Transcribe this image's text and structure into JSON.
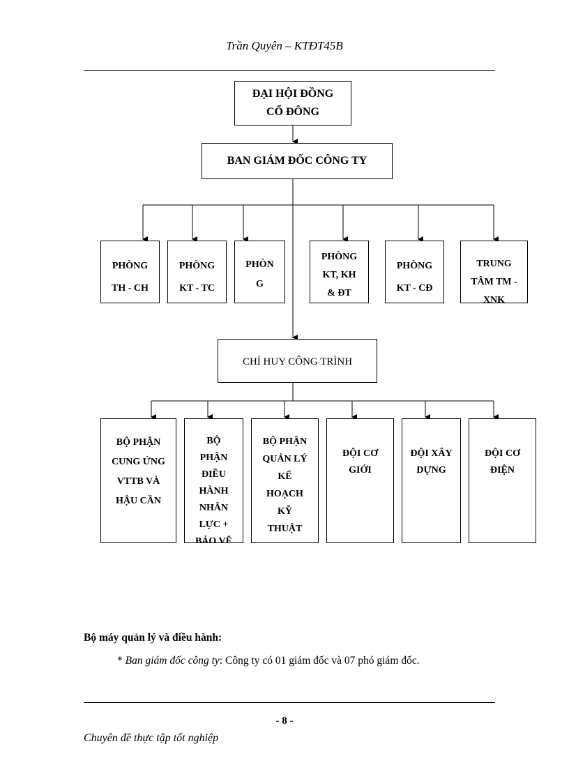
{
  "header": {
    "title": "Trần Quyên – KTĐT45B"
  },
  "org_chart": {
    "top": {
      "lines": [
        "ĐẠI  HỘI ĐỒNG",
        "CỔ ĐÔNG"
      ]
    },
    "board": {
      "lines": [
        "BAN GIÁM ĐỐC CÔNG TY"
      ]
    },
    "departments": [
      {
        "lines": [
          "PHÒNG",
          "TH - CH"
        ]
      },
      {
        "lines": [
          "PHÒNG",
          "KT - TC"
        ]
      },
      {
        "lines": [
          "PHÒN",
          "G"
        ]
      },
      {
        "lines": [
          "PHÒNG",
          "KT, KH",
          "& ĐT"
        ]
      },
      {
        "lines": [
          "PHÒNG",
          "KT - CĐ"
        ]
      },
      {
        "lines": [
          "TRUNG",
          "TÂM TM -",
          "XNK"
        ]
      }
    ],
    "command": {
      "lines": [
        "CHỈ HUY CÔNG TRÌNH"
      ]
    },
    "units": [
      {
        "lines": [
          "BỘ PHẬN",
          "CUNG ỨNG",
          "VTTB VÀ",
          "HẬU CẦN"
        ]
      },
      {
        "lines": [
          "BỘ",
          "PHẬN",
          "ĐIỀU",
          "HÀNH",
          "NHÂN",
          "LỰC +",
          "BẢO VỆ"
        ]
      },
      {
        "lines": [
          "BỘ PHẬN",
          "QUẢN LÝ",
          "KẾ",
          "HOẠCH",
          "KỸ",
          "THUẬT"
        ]
      },
      {
        "lines": [
          "ĐỘI CƠ",
          "GIỚI"
        ]
      },
      {
        "lines": [
          "ĐỘI XÂY",
          "DỰNG"
        ]
      },
      {
        "lines": [
          "ĐỘI CƠ",
          "ĐIỆN"
        ]
      }
    ]
  },
  "body": {
    "heading": "Bộ máy quản lý và điều hành:",
    "bullet": "*",
    "item_label": "Ban giám đốc công ty",
    "item_text": ": Công ty có 01 giám  đốc và 07 phó giám đốc."
  },
  "footer": {
    "page_number": "- 8 -",
    "text": "Chuyên đề thực tập tốt nghiệp"
  }
}
